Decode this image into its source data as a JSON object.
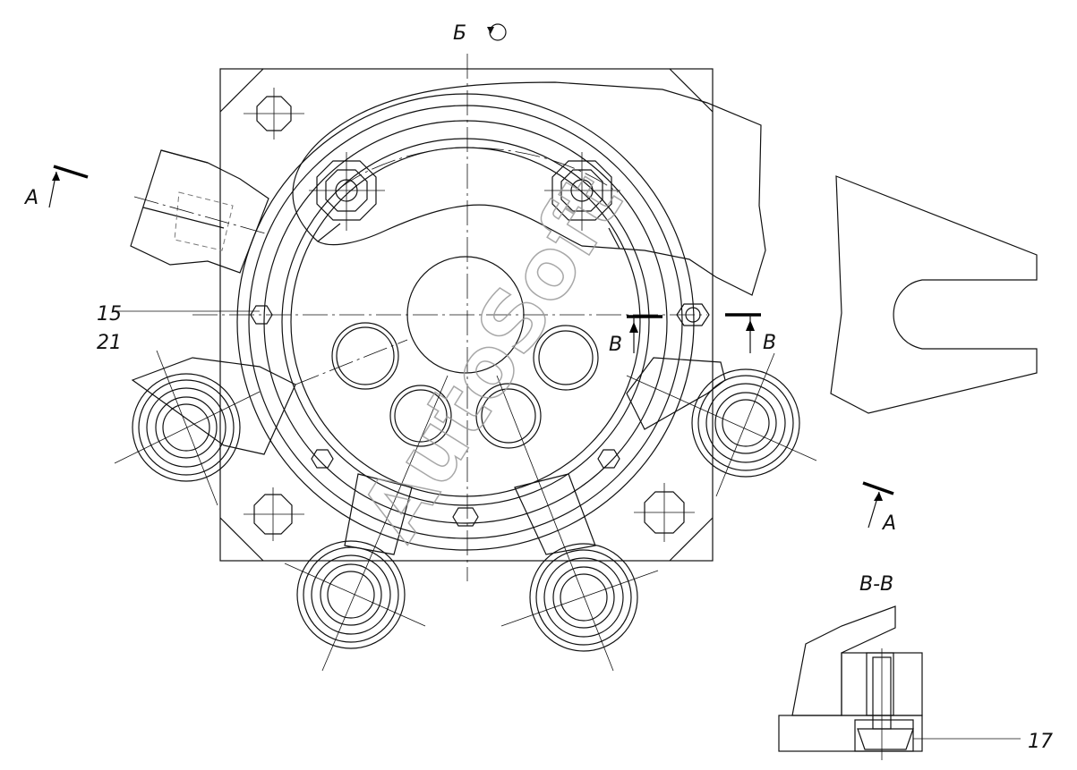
{
  "labels": {
    "view_b": "Б",
    "section_a_left": "А",
    "section_a_right": "А",
    "section_v_left": "В",
    "section_v_right": "В",
    "section_vv_title": "В-В",
    "callout_15": "15",
    "callout_21": "21",
    "callout_17": "17"
  },
  "watermark": "AutoSoft",
  "icons": {
    "rotation": "rotation-arrow-icon"
  }
}
